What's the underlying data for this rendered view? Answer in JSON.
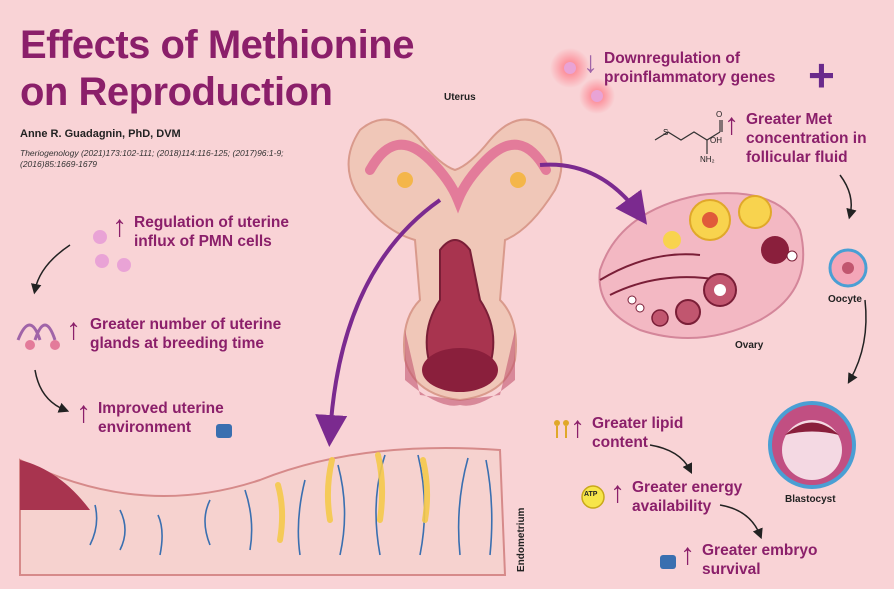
{
  "title_line1": "Effects of Methionine",
  "title_line2": "on Reproduction",
  "author": "Anne R. Guadagnin, PhD, DVM",
  "references": "Theriogenology (2021)173:102-111; (2018)114:116-125; (2017)96:1-9; (2016)85:1669-1679",
  "labels": {
    "uterus": "Uterus",
    "ovary": "Ovary",
    "oocyte": "Oocyte",
    "blastocyst": "Blastocyst",
    "endometrium": "Endometrium",
    "atp": "ATP"
  },
  "effects": {
    "pmn_line1": "Regulation of uterine",
    "pmn_line2": "influx of PMN cells",
    "glands_line1": "Greater number of uterine",
    "glands_line2": "glands at breeding time",
    "environment_line1": "Improved uterine",
    "environment_line2": "environment",
    "genes_line1": "Downregulation of",
    "genes_line2": "proinflammatory genes",
    "met_line1": "Greater Met",
    "met_line2": "concentration in",
    "met_line3": "follicular fluid",
    "lipid_line1": "Greater lipid",
    "lipid_line2": "content",
    "energy_line1": "Greater energy",
    "energy_line2": "availability",
    "embryo_line1": "Greater embryo",
    "embryo_line2": "survival"
  },
  "molecule_labels": {
    "s": "S",
    "o": "O",
    "oh": "OH",
    "nh2": "NH₂"
  },
  "colors": {
    "accent": "#8b1f6a",
    "arrow_purple": "#7b2a8f",
    "background": "#f9d3d6"
  }
}
